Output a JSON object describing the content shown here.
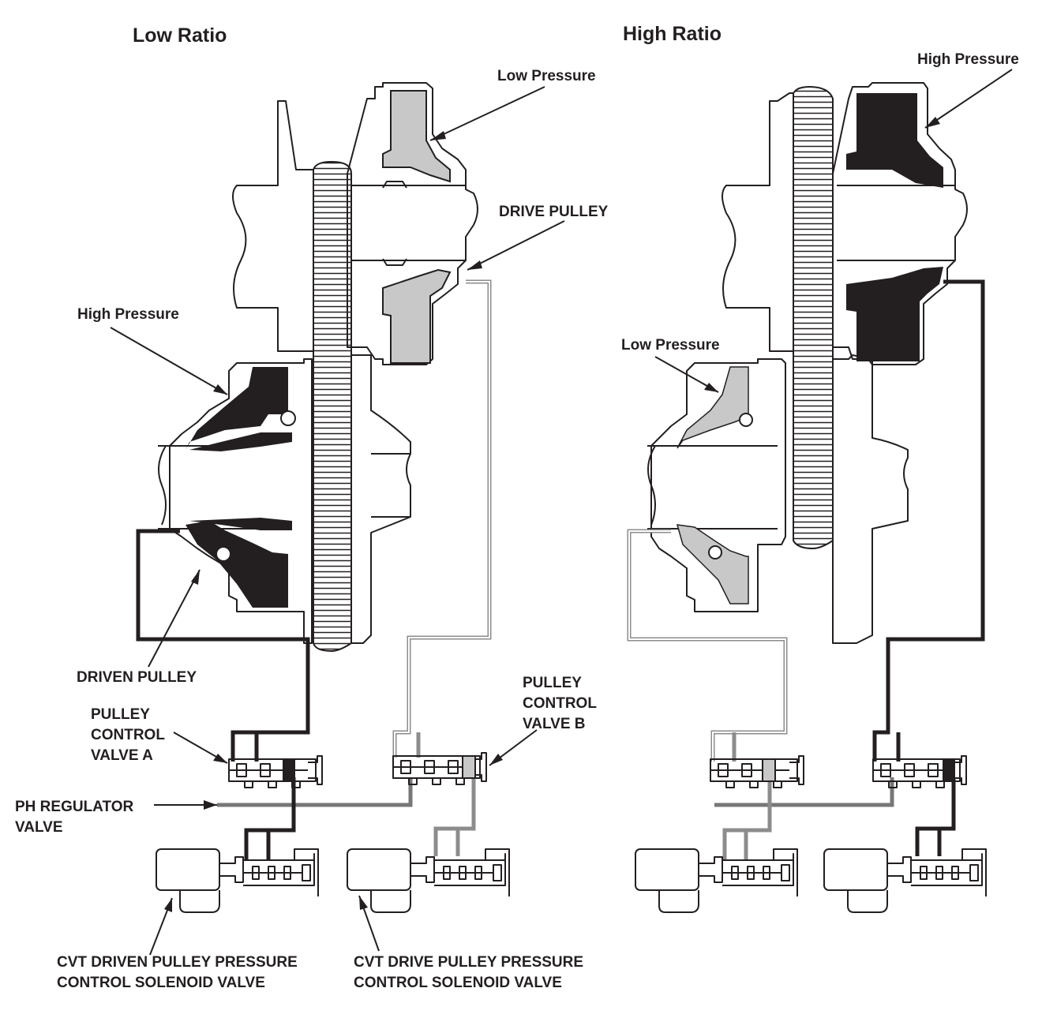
{
  "titles": {
    "low_ratio": "Low Ratio",
    "high_ratio": "High Ratio"
  },
  "low_ratio_panel": {
    "drive_pulley_pressure": "Low Pressure",
    "drive_pulley": "DRIVE PULLEY",
    "driven_pulley_pressure": "High Pressure",
    "driven_pulley": "DRIVEN PULLEY",
    "pulley_control_valve_a": "PULLEY\nCONTROL\nVALVE A",
    "pulley_control_valve_b": "PULLEY\nCONTROL\nVALVE B",
    "ph_regulator_valve": "PH REGULATOR\nVALVE",
    "driven_solenoid": "CVT DRIVEN PULLEY PRESSURE\nCONTROL SOLENOID VALVE",
    "drive_solenoid": "CVT DRIVE PULLEY PRESSURE\nCONTROL SOLENOID VALVE"
  },
  "high_ratio_panel": {
    "drive_pulley_pressure": "High Pressure",
    "driven_pulley_pressure": "Low Pressure"
  },
  "colors": {
    "line": "#231f20",
    "high_pressure_fill": "#231f20",
    "low_pressure_fill": "#c8c8c8",
    "gray_line": "#8c8c8c"
  }
}
